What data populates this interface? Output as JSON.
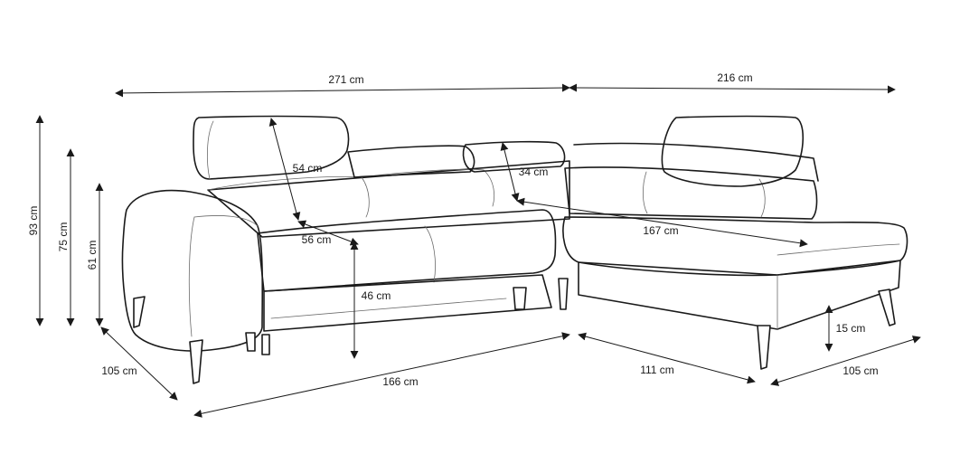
{
  "dimensions": {
    "total_width": "271 cm",
    "chaise_width": "216 cm",
    "height_headrest_up": "93 cm",
    "height_headrest_down": "75 cm",
    "armrest_height": "61 cm",
    "main_depth": "105 cm",
    "main_seat_width": "166 cm",
    "corner_width": "111 cm",
    "chaise_depth": "105 cm",
    "headrest_extension": "54 cm",
    "seat_depth": "56 cm",
    "seat_height": "46 cm",
    "headrest_height": "34 cm",
    "chaise_length": "167 cm",
    "leg_height": "15 cm"
  },
  "colors": {
    "line": "#1a1a1a",
    "detail": "#6b6b6b",
    "background": "#ffffff"
  }
}
